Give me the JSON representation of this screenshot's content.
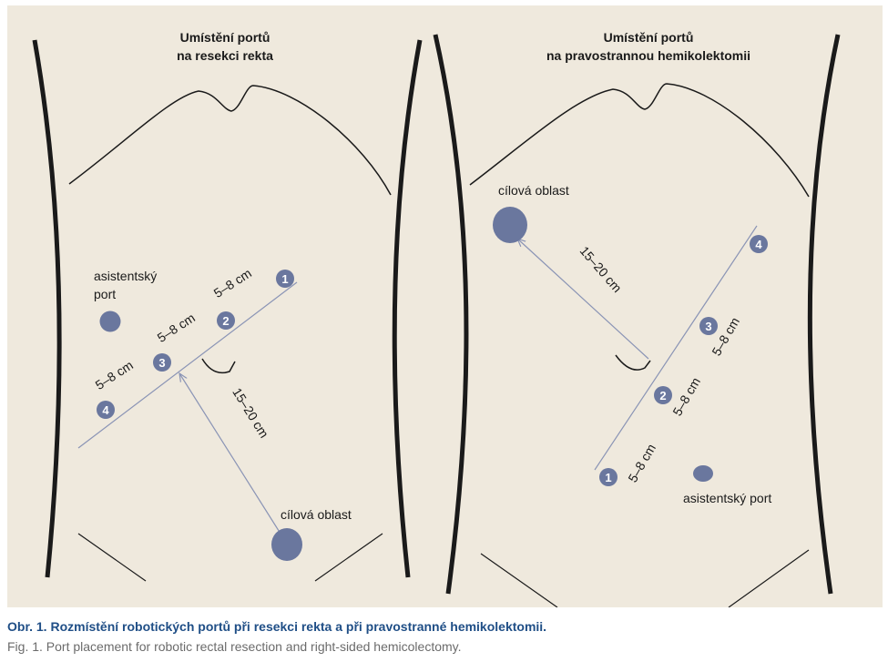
{
  "left_panel": {
    "title_line1": "Umístění portů",
    "title_line2": "na resekci rekta",
    "port_labels": [
      "1",
      "2",
      "3",
      "4"
    ],
    "distances": [
      "5–8 cm",
      "5–8 cm",
      "5–8 cm"
    ],
    "target_distance": "15–20 cm",
    "assistant_port_line1": "asistentský",
    "assistant_port_line2": "port",
    "target_label": "cílová oblast"
  },
  "right_panel": {
    "title_line1": "Umístění portů",
    "title_line2": "na pravostrannou hemikolektomii",
    "port_labels": [
      "1",
      "2",
      "3",
      "4"
    ],
    "distances": [
      "5–8 cm",
      "5–8 cm",
      "5–8 cm"
    ],
    "target_distance": "15–20 cm",
    "assistant_port": "asistentský port",
    "target_label": "cílová oblast"
  },
  "caption": {
    "czech": "Obr. 1. Rozmístění robotických portů při resekci rekta a při pravostranné hemikolektomii.",
    "english": "Fig. 1. Port placement for robotic rectal resection and right-sided hemicolectomy."
  },
  "colors": {
    "background": "#efe9dd",
    "port_fill": "#6a779e",
    "line": "#8a94b5",
    "body_outline": "#1a1a1a",
    "caption_czech": "#1f4e86",
    "caption_english": "#6b6b6b"
  }
}
